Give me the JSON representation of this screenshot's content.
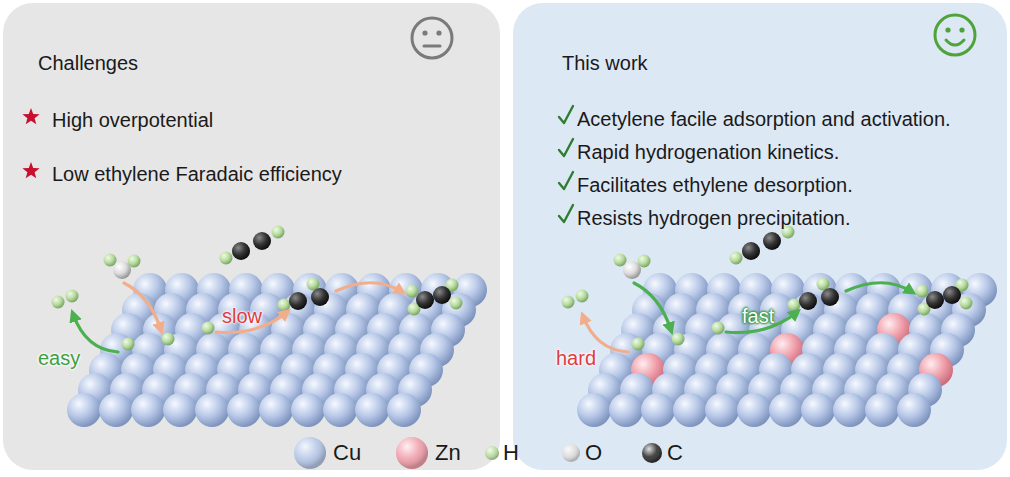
{
  "diagram": {
    "nodes": [
      {
        "text": [
          "Challenges",
          "High overpotential",
          "Low ethylene Faradaic efficiency"
        ]
      },
      {
        "text": [
          "This work",
          "Acetylene facile adsorption and activation.",
          "Rapid hydrogenation kinetics.",
          "Facilitates ethylene desorption.",
          "Resists hydrogen precipitation."
        ]
      }
    ],
    "labels": [
      "easy",
      "slow",
      "hard",
      "fast"
    ],
    "legend": [
      {
        "text": "Cu",
        "color": "#b5c6e6"
      },
      {
        "text": "Zn",
        "color": "#f0a0ab"
      },
      {
        "text": "H",
        "color": "#b8dca0"
      },
      {
        "text": "O",
        "color": "#dcdcdc"
      },
      {
        "text": "C",
        "color": "#333333"
      }
    ]
  }
}
